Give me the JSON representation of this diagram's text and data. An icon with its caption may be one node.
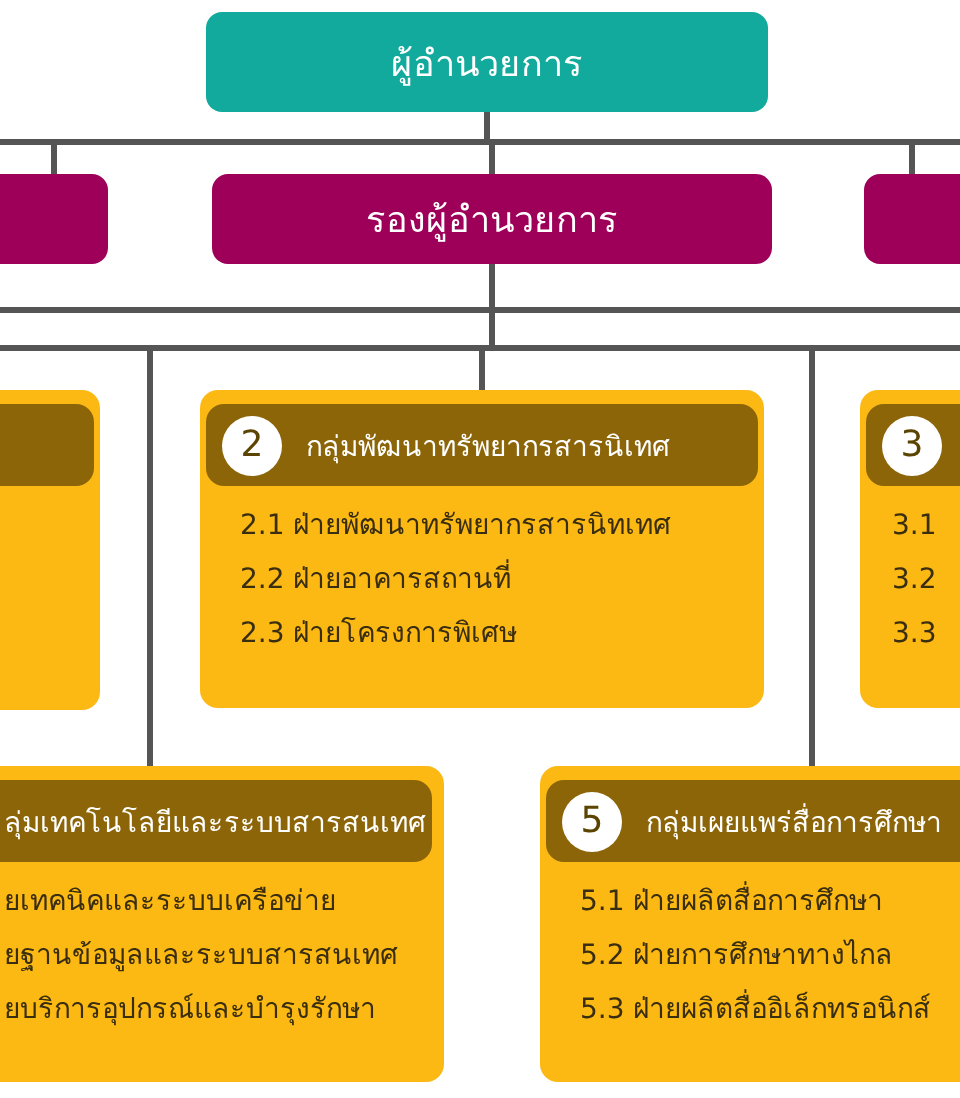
{
  "diagram": {
    "nodes": [
      {
        "text": [
          "ผู้อำนวยการ"
        ]
      },
      {
        "text": [],
        "shape": "box"
      },
      {
        "text": [
          "รองผู้อำนวยการ"
        ]
      },
      {
        "text": [],
        "shape": "box"
      },
      {
        "text": [],
        "shape": "box"
      },
      {
        "text": [
          "2",
          "กลุ่มพัฒนาทรัพยากรสารนิเทศ",
          "2.1 ฝ่ายพัฒนาทรัพยากรสารนิทเทศ",
          "2.2 ฝ่ายอาคารสถานที่",
          "2.3 ฝ่ายโครงการพิเศษ"
        ]
      },
      {
        "text": [
          "3",
          "3.1",
          "3.2",
          "3.3"
        ]
      },
      {
        "text": [
          "ลุ่มเทคโนโลยีและระบบสารสนเทศ",
          "ยเทคนิคและระบบเครือข่าย",
          "ยฐานข้อมูลและระบบสารสนเทศ",
          "ยบริการอุปกรณ์และบำรุงรักษา"
        ]
      },
      {
        "text": [
          "5",
          "กลุ่มเผยแพร่สื่อการศึกษา",
          "5.1 ฝ่ายผลิตสื่อการศึกษา",
          "5.2 ฝ่ายการศึกษาทางไกล",
          "5.3 ฝ่ายผลิตสื่ออิเล็กทรอนิกส์"
        ]
      }
    ],
    "edges": [
      {
        "from": 0,
        "to": 1,
        "arrow": "none"
      },
      {
        "from": 0,
        "to": 2,
        "arrow": "none"
      },
      {
        "from": 0,
        "to": 3,
        "arrow": "none"
      },
      {
        "from": 2,
        "to": 5,
        "arrow": "none"
      },
      {
        "from": 2,
        "to": 7,
        "arrow": "none"
      },
      {
        "from": 2,
        "to": 8,
        "arrow": "none"
      }
    ]
  }
}
